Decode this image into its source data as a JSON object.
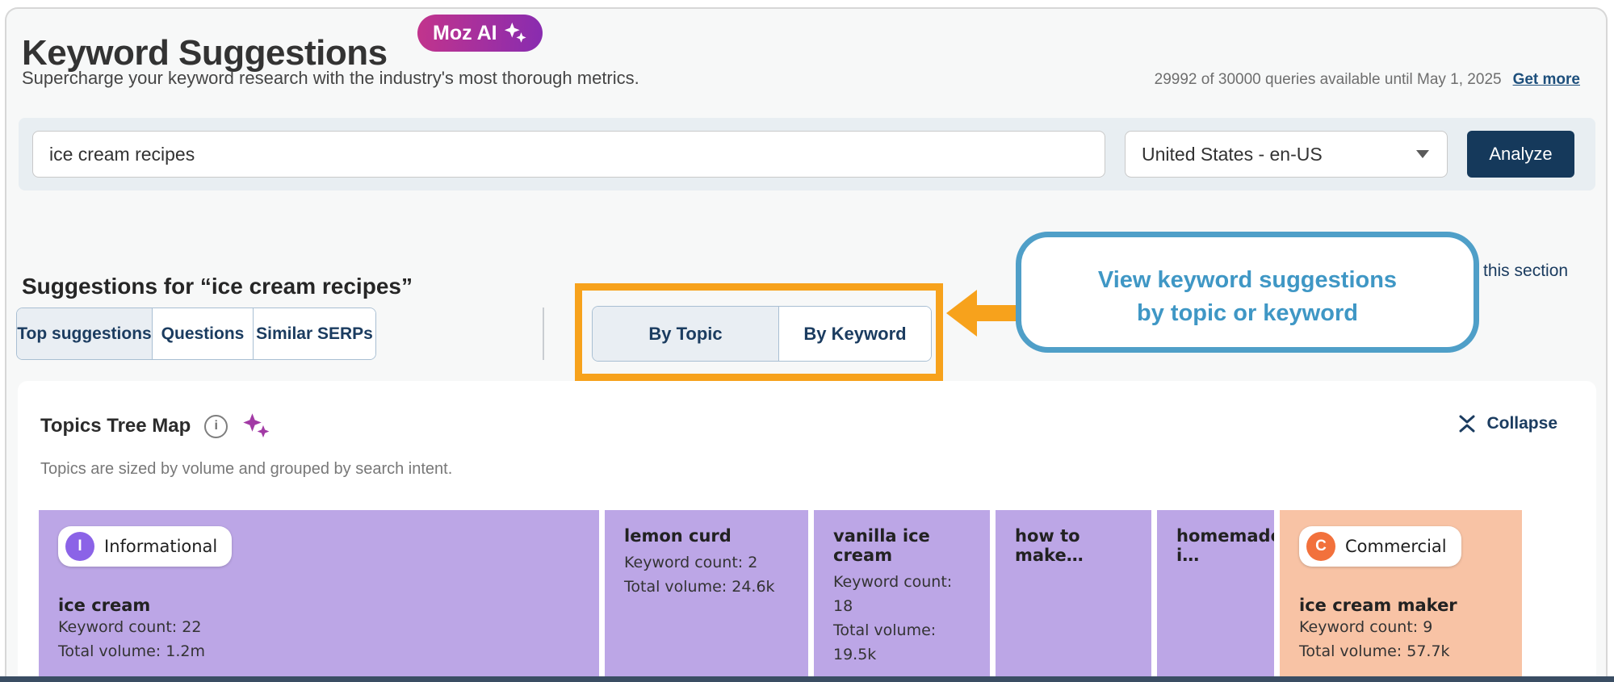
{
  "header": {
    "title": "Keyword Suggestions",
    "badge": "Moz AI",
    "subtitle": "Supercharge your keyword research with the industry's most thorough metrics.",
    "quota": "29992 of 30000 queries available until May 1, 2025",
    "get_more": "Get more"
  },
  "search": {
    "query": "ice cream recipes",
    "locale": "United States - en-US",
    "analyze": "Analyze"
  },
  "suggestions": {
    "heading": "Suggestions for “ice cream recipes”",
    "tabs": [
      {
        "label": "Top suggestions",
        "active": true
      },
      {
        "label": "Questions",
        "active": false
      },
      {
        "label": "Similar SERPs",
        "active": false
      }
    ],
    "view_tabs": [
      {
        "label": "By Topic",
        "active": true
      },
      {
        "label": "By Keyword",
        "active": false
      }
    ],
    "section_text": "this section"
  },
  "callout": {
    "line1": "View keyword suggestions",
    "line2": "by topic or keyword"
  },
  "treemap": {
    "title": "Topics Tree Map",
    "description": "Topics are sized by volume and grouped by search intent.",
    "collapse": "Collapse",
    "labels": {
      "keyword_count": "Keyword count:",
      "total_volume": "Total volume:"
    },
    "blocks": [
      {
        "intent": "Informational",
        "intent_initial": "I",
        "title": "ice cream",
        "keyword_count": "22",
        "total_volume": "1.2m"
      },
      {
        "title": "lemon curd",
        "keyword_count": "2",
        "total_volume": "24.6k"
      },
      {
        "title": "vanilla ice cream",
        "keyword_count": "18",
        "total_volume": "19.5k"
      },
      {
        "title": "how to make…"
      },
      {
        "title": "homemade i…"
      },
      {
        "intent": "Commercial",
        "intent_initial": "C",
        "title": "ice cream maker",
        "keyword_count": "9",
        "total_volume": "57.7k"
      }
    ]
  },
  "icons": {
    "info": "i"
  },
  "colors": {
    "annotation_orange": "#F7A21C",
    "callout_blue": "#4F9FC8",
    "navy": "#15395B",
    "informational_purple": "#BCA6E6",
    "informational_badge": "#8B63E7",
    "commercial_peach": "#F8C3A5",
    "commercial_badge": "#F2713C",
    "moz_ai_gradient_start": "#C2348C",
    "moz_ai_gradient_end": "#882CB0"
  }
}
